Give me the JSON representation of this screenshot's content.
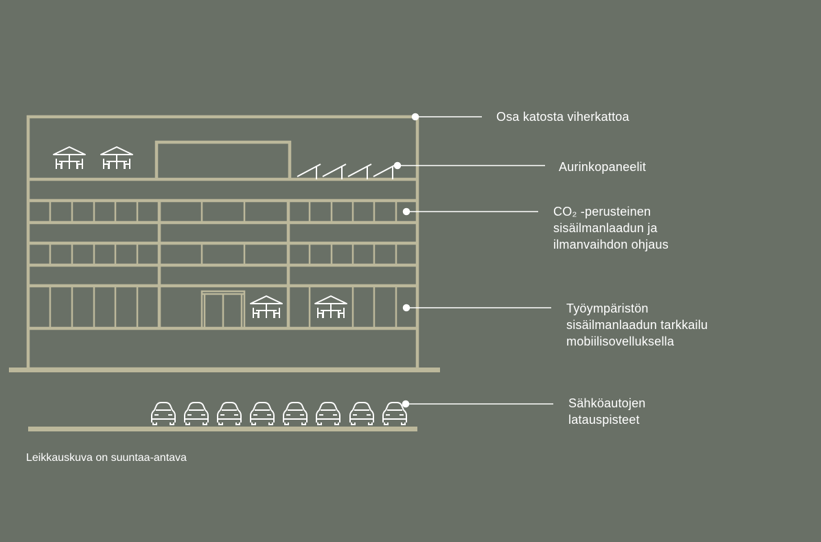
{
  "colors": {
    "background": "#697066",
    "building": "#bcb89b",
    "icons": "#ffffff",
    "text": "#ffffff"
  },
  "callouts": [
    {
      "id": "green-roof",
      "text": "Osa katosta viherkattoa"
    },
    {
      "id": "solar-panels",
      "text": "Aurinkopaneelit"
    },
    {
      "id": "co2-control",
      "text": "CO₂ -perusteinen\nsisäilmanlaadun ja\nilmanvaihdon ohjaus"
    },
    {
      "id": "air-monitoring",
      "text": "Työympäristön\nsisäilmanlaadun tarkkailu\nmobiilisovelluksella"
    },
    {
      "id": "ev-charging",
      "text": "Sähköautojen\nlatauspisteet"
    }
  ],
  "caption": "Leikkauskuva on suuntaa-antava",
  "icons": {
    "umbrella_table": "umbrella-table-icon",
    "solar_panel": "solar-panel-icon",
    "car": "car-icon",
    "entrance_door": "entrance-door-icon"
  }
}
